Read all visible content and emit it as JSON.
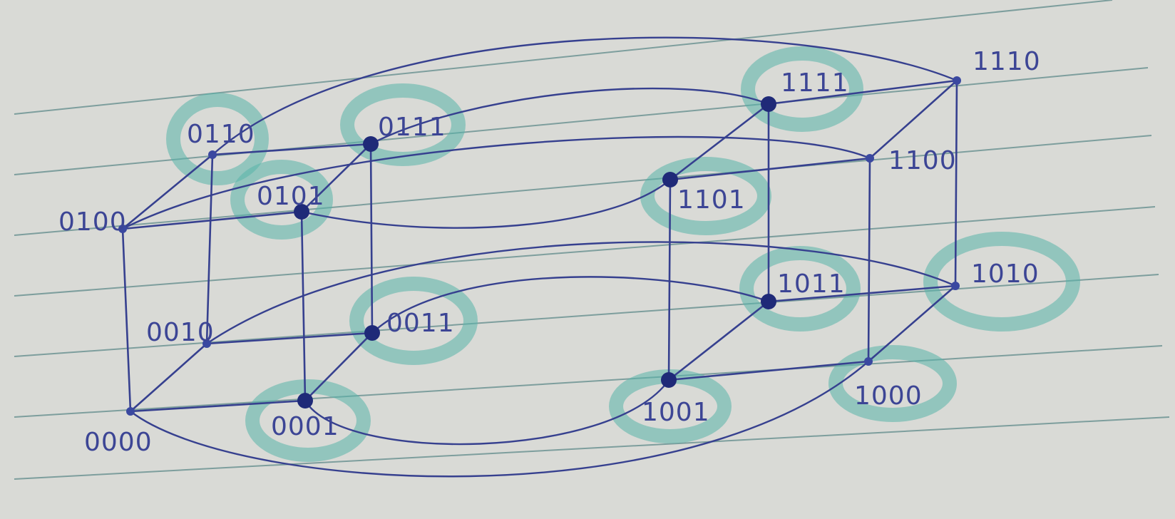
{
  "colors": {
    "paper": "#d9dad6",
    "ink": "#36408f",
    "highlight": "#58b5aa",
    "ruled_line": "#5e8a8a"
  },
  "nodes": [
    {
      "id": "0000",
      "label": "0000",
      "highlighted": false
    },
    {
      "id": "0001",
      "label": "0001",
      "highlighted": true
    },
    {
      "id": "0010",
      "label": "0010",
      "highlighted": false
    },
    {
      "id": "0011",
      "label": "0011",
      "highlighted": true
    },
    {
      "id": "0100",
      "label": "0100",
      "highlighted": false
    },
    {
      "id": "0101",
      "label": "0101",
      "highlighted": true
    },
    {
      "id": "0110",
      "label": "0110",
      "highlighted": true
    },
    {
      "id": "0111",
      "label": "0111",
      "highlighted": true
    },
    {
      "id": "1000",
      "label": "1000",
      "highlighted": true
    },
    {
      "id": "1001",
      "label": "1001",
      "highlighted": true
    },
    {
      "id": "1010",
      "label": "1010",
      "highlighted": true
    },
    {
      "id": "1011",
      "label": "1011",
      "highlighted": true
    },
    {
      "id": "1100",
      "label": "1100",
      "highlighted": false
    },
    {
      "id": "1101",
      "label": "1101",
      "highlighted": true
    },
    {
      "id": "1110",
      "label": "1110",
      "highlighted": false
    },
    {
      "id": "1111",
      "label": "1111",
      "highlighted": true
    }
  ],
  "edges": [
    [
      "0000",
      "0001"
    ],
    [
      "0000",
      "0010"
    ],
    [
      "0000",
      "0100"
    ],
    [
      "0001",
      "0011"
    ],
    [
      "0001",
      "0101"
    ],
    [
      "0010",
      "0011"
    ],
    [
      "0010",
      "0110"
    ],
    [
      "0011",
      "0111"
    ],
    [
      "0100",
      "0101"
    ],
    [
      "0100",
      "0110"
    ],
    [
      "0101",
      "0111"
    ],
    [
      "0110",
      "0111"
    ],
    [
      "1000",
      "1001"
    ],
    [
      "1000",
      "1010"
    ],
    [
      "1000",
      "1100"
    ],
    [
      "1001",
      "1011"
    ],
    [
      "1001",
      "1101"
    ],
    [
      "1010",
      "1011"
    ],
    [
      "1010",
      "1110"
    ],
    [
      "1011",
      "1111"
    ],
    [
      "1100",
      "1101"
    ],
    [
      "1100",
      "1110"
    ],
    [
      "1101",
      "1111"
    ],
    [
      "1110",
      "1111"
    ],
    [
      "0000",
      "1000"
    ],
    [
      "0001",
      "1001"
    ],
    [
      "0010",
      "1010"
    ],
    [
      "0011",
      "1011"
    ],
    [
      "0100",
      "1100"
    ],
    [
      "0101",
      "1101"
    ],
    [
      "0110",
      "1110"
    ],
    [
      "0111",
      "1111"
    ]
  ]
}
